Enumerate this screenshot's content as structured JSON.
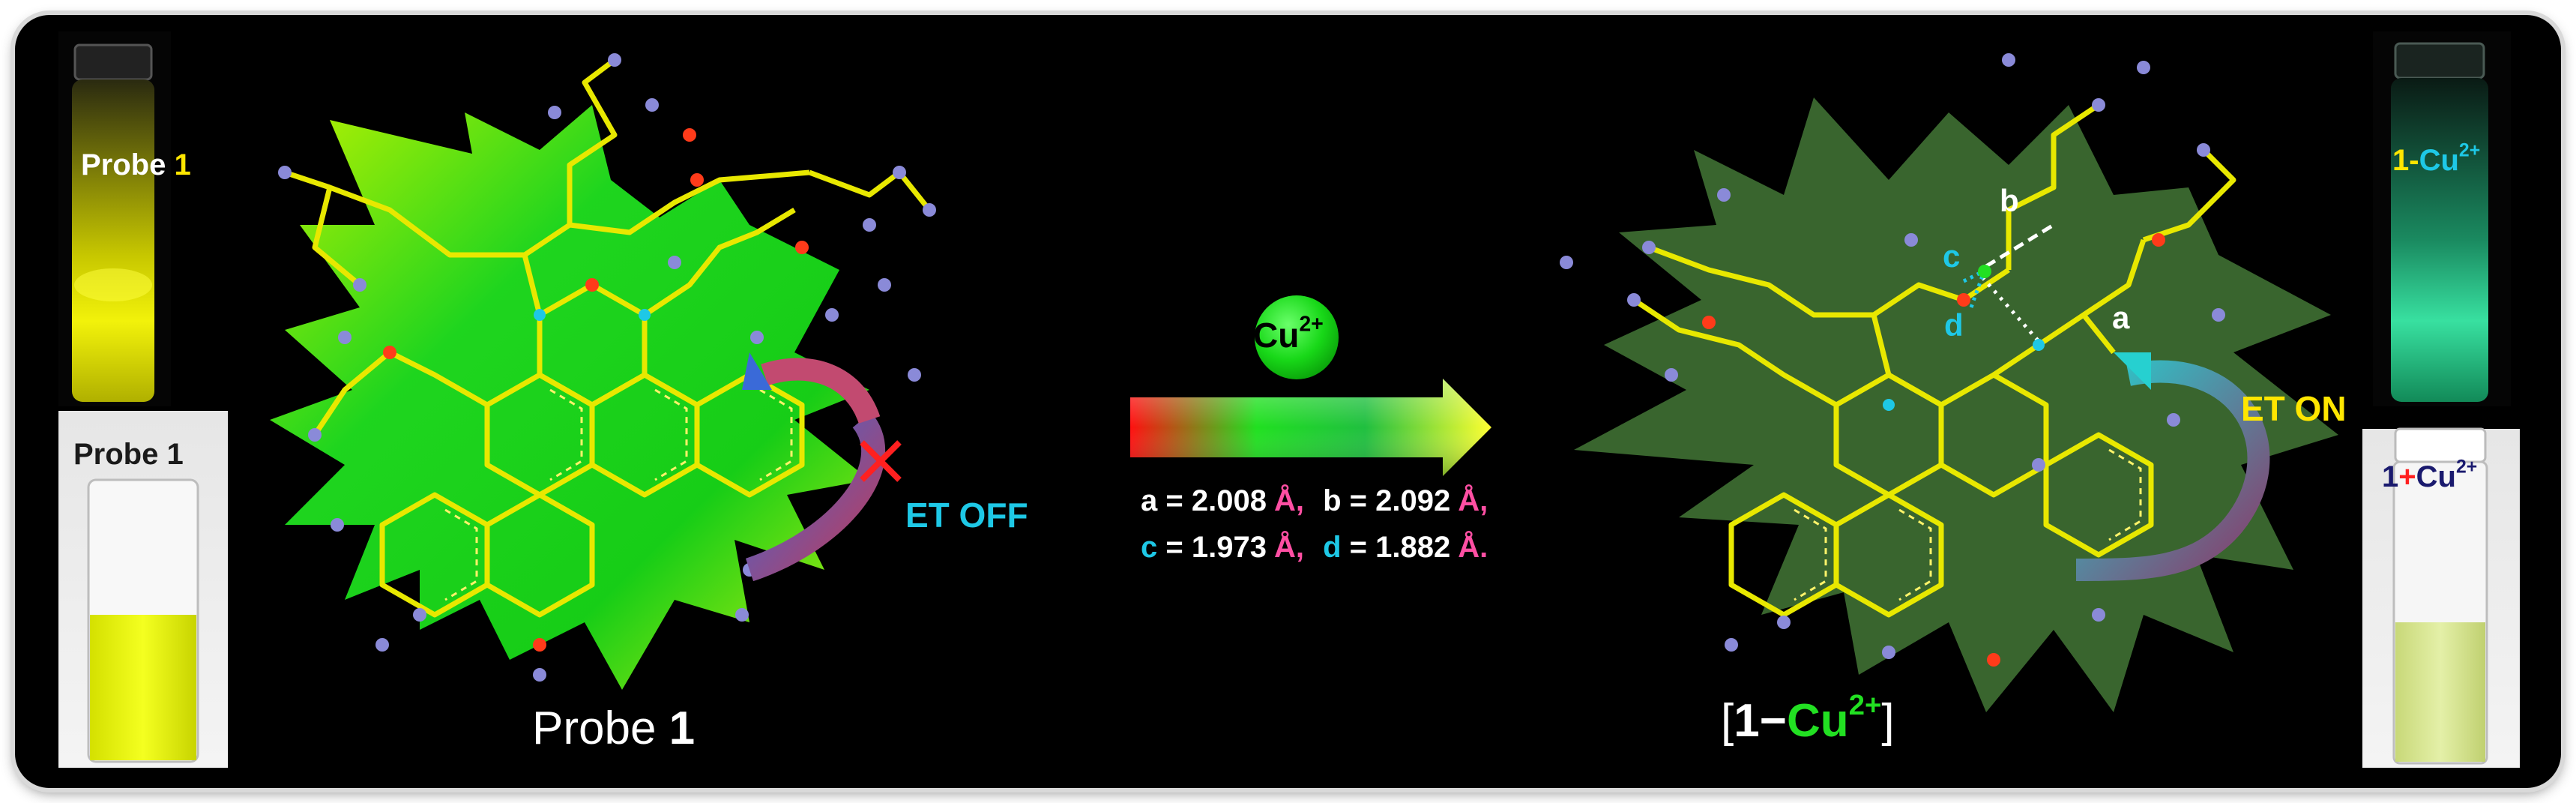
{
  "colors": {
    "background": "#000000",
    "yellow": "#ffe600",
    "cyan": "#1ec8e6",
    "green": "#22e022",
    "pink": "#ff4fa3",
    "white": "#ffffff",
    "red": "#ff2020",
    "navy": "#1a1a6e",
    "flask_yellow": "#e8f000",
    "flask_green": "#2ad28a",
    "flask_pale": "#d6e88a"
  },
  "photos": {
    "top_left_label": {
      "text": "Probe ",
      "num": "1"
    },
    "bottom_left_label": {
      "text": "Probe 1"
    },
    "top_right_label": {
      "num": "1",
      "sep": "-",
      "ion": "Cu",
      "charge": "2+"
    },
    "bottom_right_label": {
      "num": "1",
      "sep": "+",
      "ion": "Cu",
      "charge": "2+"
    }
  },
  "left_structure": {
    "caption": {
      "text": "Probe ",
      "num": "1"
    },
    "et_label": "ET OFF",
    "icon": "crossed-out-curved-arrow"
  },
  "reagent": {
    "ion": "Cu",
    "charge": "2+",
    "icon": "gradient-right-arrow"
  },
  "bond_lengths": {
    "line1": [
      {
        "label": "a",
        "eq": " = ",
        "value": "2.008",
        "unit": "Å",
        "tail": ","
      },
      {
        "label": "b",
        "eq": " = ",
        "value": "2.092",
        "unit": "Å",
        "tail": ","
      }
    ],
    "line2": [
      {
        "label": "c",
        "eq": " = ",
        "value": "1.973",
        "unit": "Å",
        "tail": ","
      },
      {
        "label": "d",
        "eq": " = ",
        "value": "1.882",
        "unit": "Å",
        "tail": "."
      }
    ]
  },
  "right_structure": {
    "caption": {
      "open": "[",
      "num": "1",
      "dash": "−",
      "ion": "Cu",
      "charge": "2+",
      "close": "]"
    },
    "et_label": "ET ON",
    "bond_labels": {
      "a": "a",
      "b": "b",
      "c": "c",
      "d": "d"
    },
    "icon": "curved-arrow"
  }
}
